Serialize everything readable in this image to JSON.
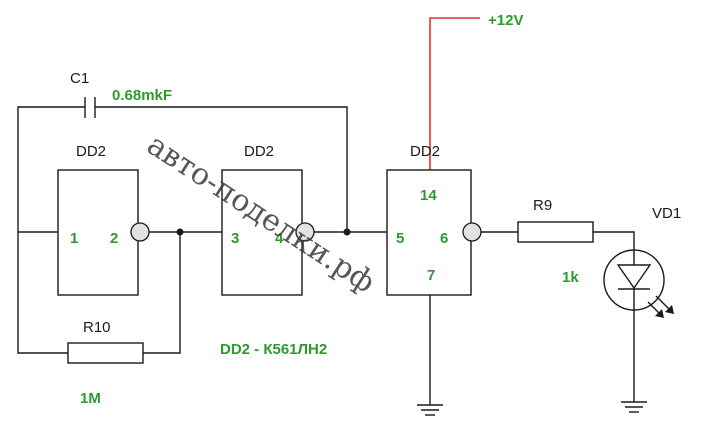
{
  "power": {
    "label": "+12V",
    "color": "#e0352b"
  },
  "label_color": "#2e9a2e",
  "capacitor": {
    "ref": "C1",
    "value": "0.68mkF"
  },
  "resistor_feedback": {
    "ref": "R10",
    "value": "1M"
  },
  "resistor_led": {
    "ref": "R9",
    "value": "1k"
  },
  "led": {
    "ref": "VD1"
  },
  "gates": [
    {
      "label": "DD2",
      "in_pin": "1",
      "out_pin": "2"
    },
    {
      "label": "DD2",
      "in_pin": "3",
      "out_pin": "4"
    },
    {
      "label": "DD2",
      "in_pin": "5",
      "out_pin": "6",
      "vcc_pin": "14",
      "gnd_pin": "7"
    }
  ],
  "ic_note": "DD2 - К561ЛН2",
  "watermark": "авто-поделки.рф"
}
